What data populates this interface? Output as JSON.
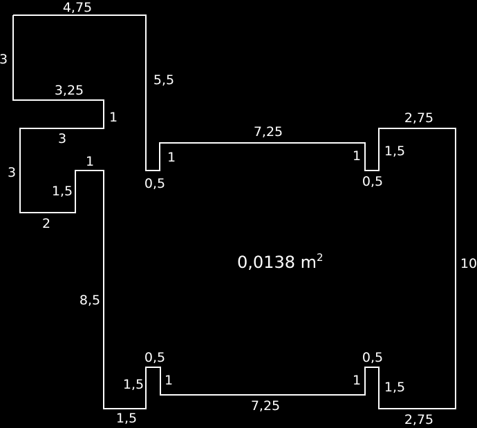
{
  "colors": {
    "background": "#000000",
    "foreground": "#ffffff"
  },
  "area": {
    "value": "0,0138 m",
    "exponent": "2"
  },
  "dimensions": {
    "top_upper": "4,75",
    "left_upper": "3",
    "inner_upper": "3,25",
    "notch_upper": "1",
    "inner_middle": "3",
    "left_middle": "3",
    "stair_side": "1,5",
    "stair_top": "1",
    "left_lower": "2",
    "left_column": "8,5",
    "upper_drop": "5,5",
    "notch1_depth": "1",
    "notch1_width": "0,5",
    "top_span": "7,25",
    "notch2_depth": "1",
    "notch2_width": "0,5",
    "notch2_side": "1,5",
    "right_top": "2,75",
    "right_side": "10",
    "bottom_right": "2,75",
    "notch3_side": "1,5",
    "notch3_width": "0,5",
    "notch3_depth": "1",
    "bottom_span": "7,25",
    "notch4_depth": "1",
    "notch4_width": "0,5",
    "notch4_side": "1,5",
    "bottom_left": "1,5"
  }
}
